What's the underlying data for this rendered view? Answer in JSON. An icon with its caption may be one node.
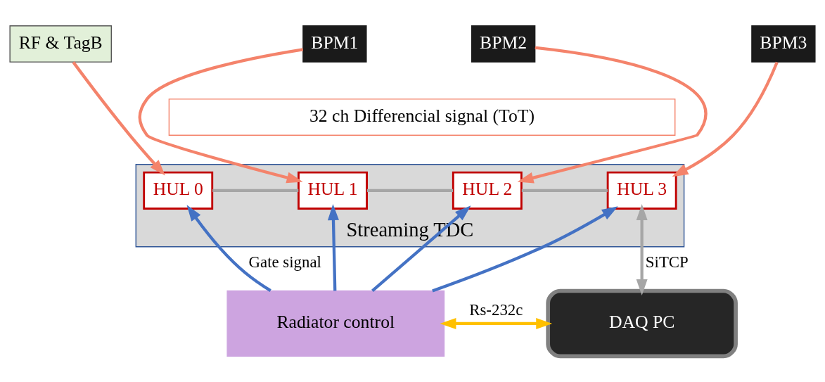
{
  "diagram": {
    "nodes": [
      {
        "text": [
          "RF & TagB"
        ]
      },
      {
        "text": [
          "BPM1"
        ]
      },
      {
        "text": [
          "BPM2"
        ]
      },
      {
        "text": [
          "BPM3"
        ]
      },
      {
        "text": [
          "32 ch Differencial signal (ToT)"
        ]
      },
      {
        "text": [
          "Streaming TDC"
        ]
      },
      {
        "text": [
          "HUL 0"
        ],
        "in": 5
      },
      {
        "text": [
          "HUL 1"
        ],
        "in": 5
      },
      {
        "text": [
          "HUL 2"
        ],
        "in": 5
      },
      {
        "text": [
          "HUL 3"
        ],
        "in": 5
      },
      {
        "text": [
          "Radiator control"
        ]
      },
      {
        "text": [
          "DAQ PC"
        ]
      }
    ],
    "edges": [
      {
        "from": 0,
        "to": 6,
        "arrow": "to",
        "color": "#f4836b"
      },
      {
        "from": 1,
        "to": 7,
        "arrow": "to",
        "color": "#f4836b"
      },
      {
        "from": 2,
        "to": 8,
        "arrow": "to",
        "color": "#f4836b"
      },
      {
        "from": 3,
        "to": 9,
        "arrow": "to",
        "color": "#f4836b"
      },
      {
        "from": 6,
        "to": 7,
        "arrow": "none",
        "color": "#a6a6a6"
      },
      {
        "from": 7,
        "to": 8,
        "arrow": "none",
        "color": "#a6a6a6"
      },
      {
        "from": 8,
        "to": 9,
        "arrow": "none",
        "color": "#a6a6a6"
      },
      {
        "from": 10,
        "to": 6,
        "arrow": "to",
        "label": "Gate signal",
        "color": "#4472c4"
      },
      {
        "from": 10,
        "to": 7,
        "arrow": "to",
        "color": "#4472c4"
      },
      {
        "from": 10,
        "to": 8,
        "arrow": "to",
        "color": "#4472c4"
      },
      {
        "from": 10,
        "to": 9,
        "arrow": "to",
        "color": "#4472c4"
      },
      {
        "from": 10,
        "to": 11,
        "arrow": "both",
        "label": "Rs-232c",
        "color": "#ffc000"
      },
      {
        "from": 11,
        "to": 9,
        "arrow": "both",
        "label": "SiTCP",
        "color": "#a6a6a6"
      }
    ]
  }
}
